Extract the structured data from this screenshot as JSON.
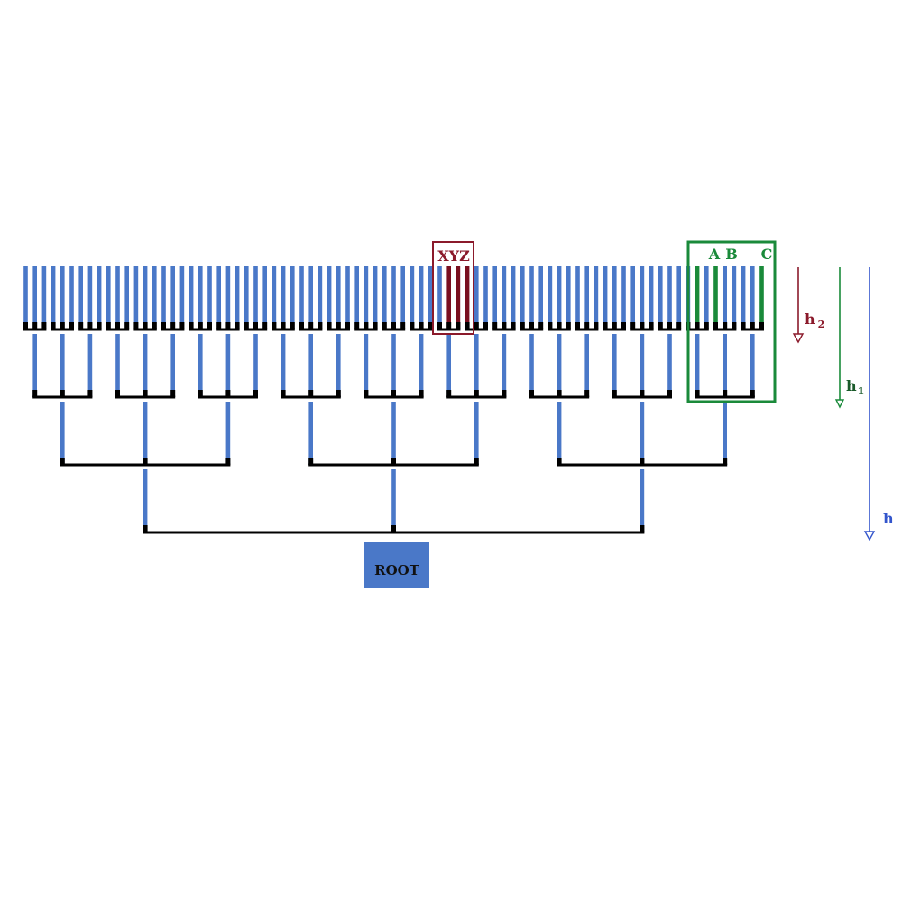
{
  "diagram": {
    "levels": 4,
    "branching_factor": 3,
    "leaf_count": 81,
    "root": {
      "label": "ROOT"
    },
    "highlight_red": {
      "label": "XYZ",
      "highlighted_leaves": 3
    },
    "highlight_green": {
      "labels": [
        "A",
        "B",
        "C"
      ],
      "highlighted_leaves": [
        1,
        3,
        8
      ]
    },
    "depth_arrows": [
      {
        "name": "h2",
        "base": "h",
        "sub": "2",
        "color": "#8b1a2b"
      },
      {
        "name": "h1",
        "base": "h",
        "sub": "1",
        "color": "#1a8a3a"
      },
      {
        "name": "h",
        "base": "h",
        "sub": "",
        "color": "#3355cc"
      }
    ],
    "colors": {
      "branch": "#4a78c8",
      "connector": "#000000",
      "red_highlight": "#7a0f1f",
      "green_highlight": "#1a8a3a",
      "root_box": "#4a78c8"
    }
  }
}
